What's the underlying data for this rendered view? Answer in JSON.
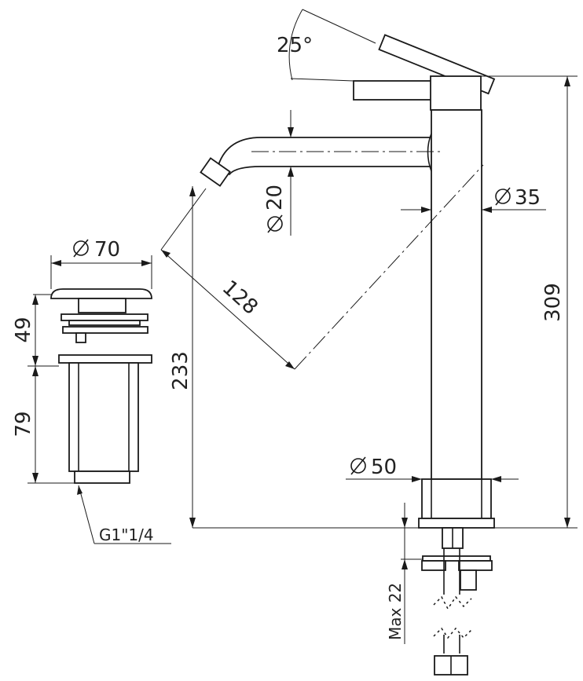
{
  "title": "Tall basin mixer with click-clack waste – dimension drawing",
  "dimensions": {
    "lever_angle": "25°",
    "body_diameter": "35",
    "spout_diameter": "20",
    "waste_diameter": "70",
    "spout_reach": "128",
    "total_height": "309",
    "spout_height": "233",
    "waste_upper": "49",
    "waste_lower": "79",
    "base_diameter": "50",
    "waste_thread": "G1\"1/4",
    "max_deck_thickness": "Max 22"
  },
  "colors": {
    "line": "#1a1a1a",
    "background": "#ffffff"
  }
}
